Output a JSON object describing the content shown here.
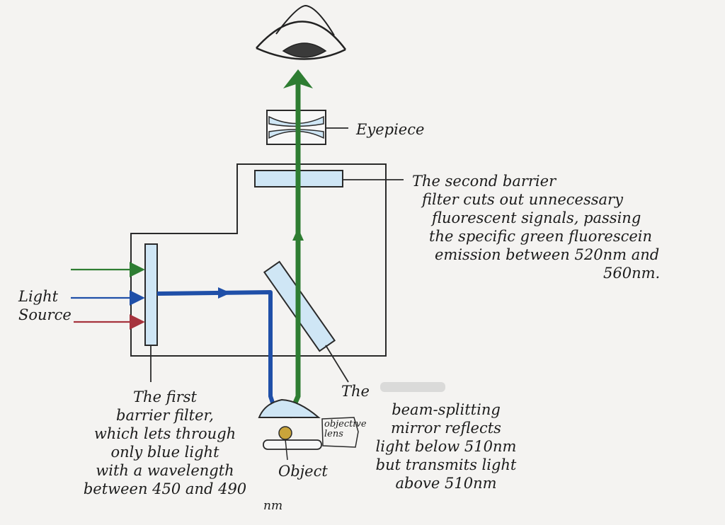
{
  "labels": {
    "eyepiece": "Eyepiece",
    "second_filter": [
      "The second barrier",
      "filter cuts out unnecessary",
      "fluorescent signals, passing",
      "the specific green fluorescein",
      "emission between 520nm and",
      "560nm."
    ],
    "light_source": [
      "Light",
      "Source"
    ],
    "first_filter": [
      "The first",
      "barrier filter,",
      "which lets through",
      "only blue light",
      "with a wavelength",
      "between 450 and 490",
      "nm"
    ],
    "mirror": [
      "The",
      "beam-splitting",
      "mirror reflects",
      "light below 510nm",
      "but transmits light",
      "above 510nm"
    ],
    "objective_lens": [
      "objective",
      "lens"
    ],
    "object": "Object"
  },
  "colors": {
    "green_light": "#2e7d32",
    "blue_light": "#1f4fa8",
    "red_light": "#a6333d",
    "filter_fill": "#cfe6f5",
    "object_fill": "#c9a43a"
  }
}
